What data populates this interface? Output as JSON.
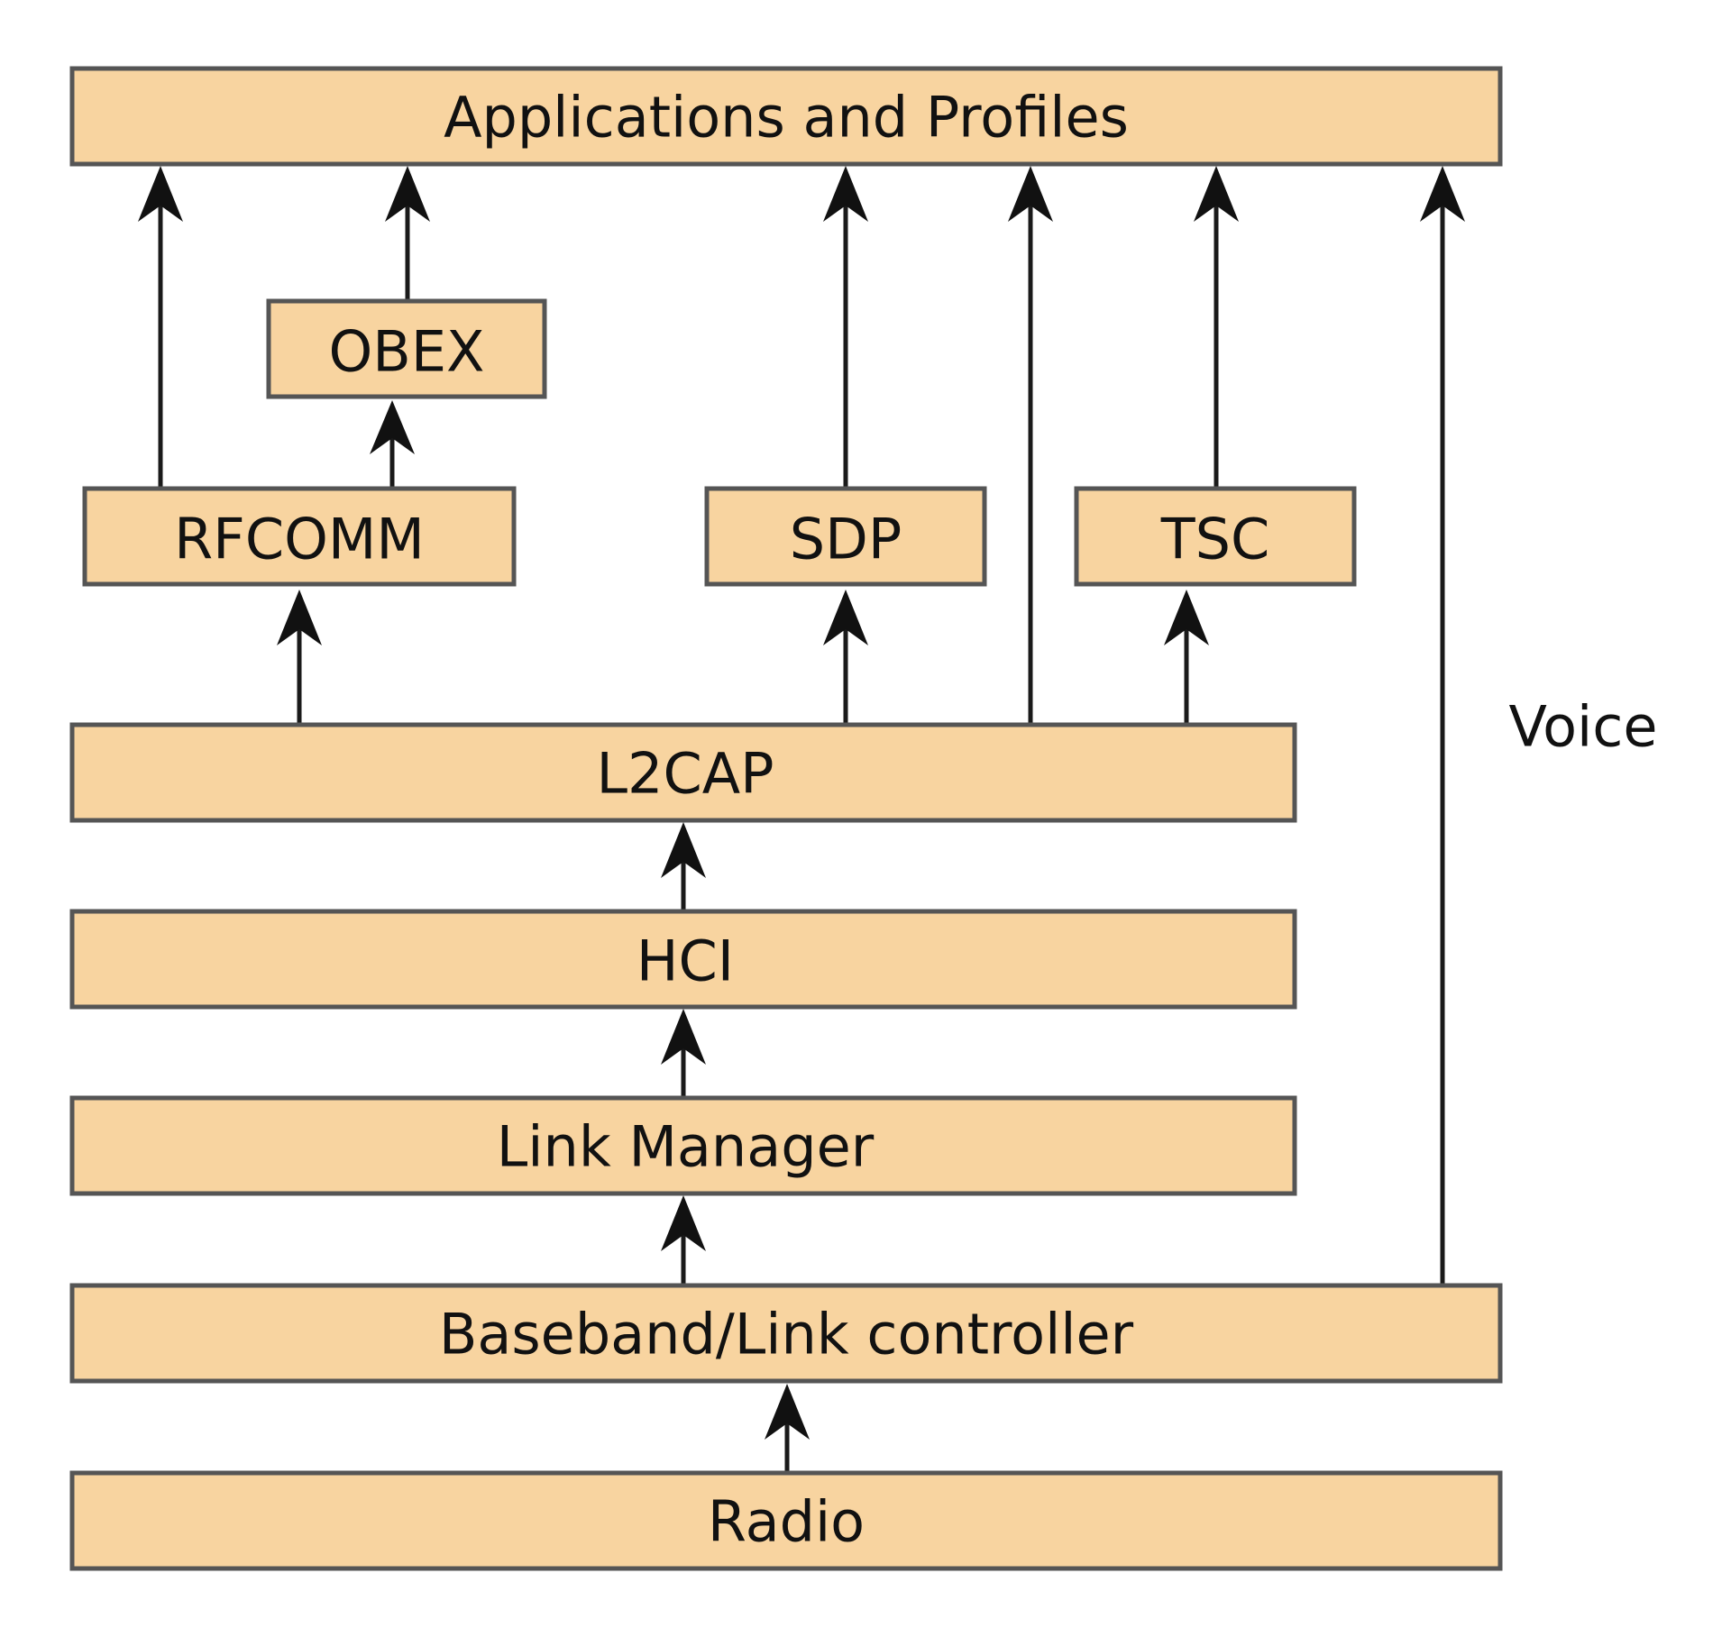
{
  "diagram": {
    "blocks": {
      "applications": "Applications and Profiles",
      "obex": "OBEX",
      "rfcomm": "RFCOMM",
      "sdp": "SDP",
      "tsc": "TSC",
      "l2cap": "L2CAP",
      "hci": "HCI",
      "link_manager": "Link Manager",
      "baseband": "Baseband/Link controller",
      "radio": "Radio"
    },
    "side_label": "Voice",
    "connections": [
      {
        "from": "rfcomm",
        "to": "applications"
      },
      {
        "from": "obex",
        "to": "applications"
      },
      {
        "from": "rfcomm",
        "to": "obex"
      },
      {
        "from": "sdp",
        "to": "applications"
      },
      {
        "from": "l2cap",
        "to": "applications"
      },
      {
        "from": "tsc",
        "to": "applications"
      },
      {
        "from": "baseband",
        "to": "applications"
      },
      {
        "from": "l2cap",
        "to": "rfcomm"
      },
      {
        "from": "l2cap",
        "to": "sdp"
      },
      {
        "from": "l2cap",
        "to": "tsc"
      },
      {
        "from": "hci",
        "to": "l2cap"
      },
      {
        "from": "link_manager",
        "to": "hci"
      },
      {
        "from": "baseband",
        "to": "link_manager"
      },
      {
        "from": "radio",
        "to": "baseband"
      }
    ]
  }
}
